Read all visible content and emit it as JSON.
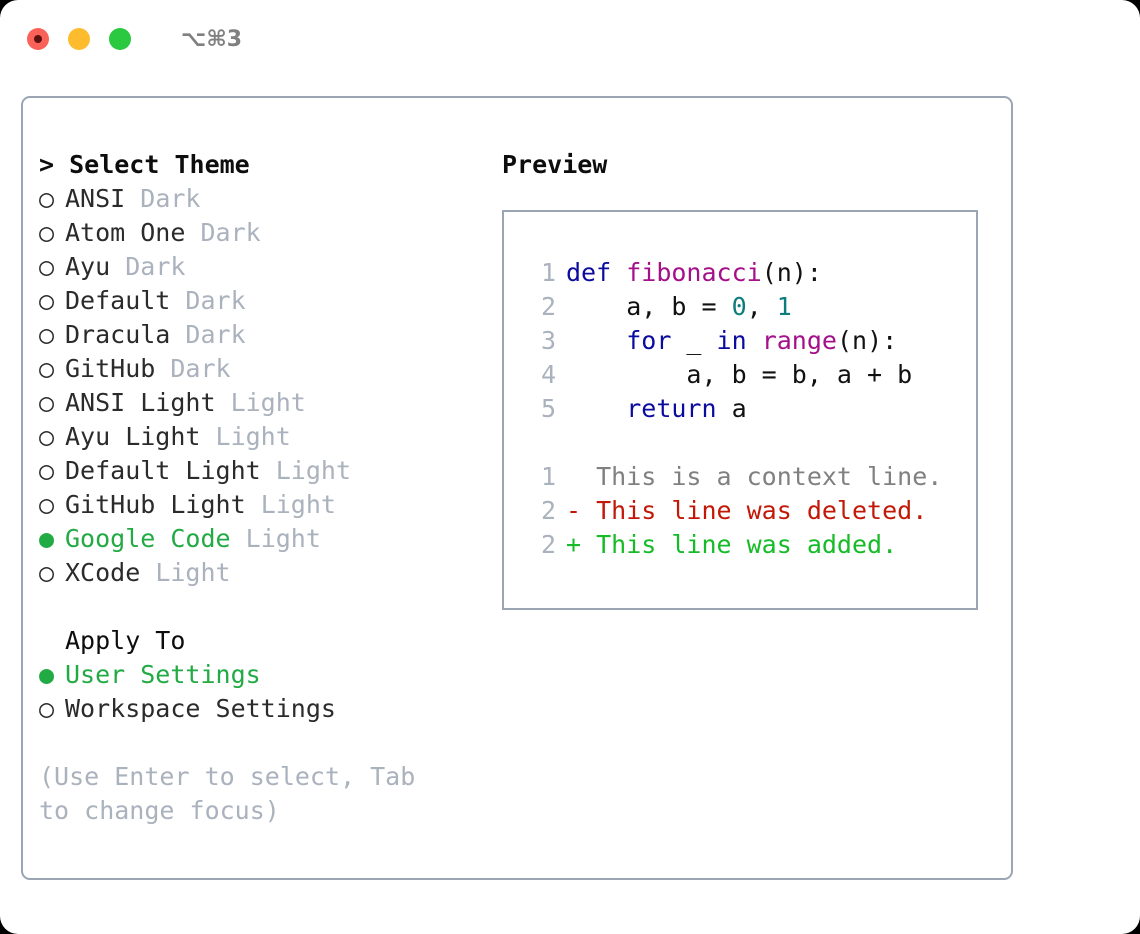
{
  "window": {
    "traffic_lights": [
      "close-red",
      "minimize-yellow",
      "maximize-green"
    ],
    "shortcut_label": "⌥⌘3"
  },
  "theme_picker": {
    "header": "> Select Theme",
    "selected_bullet": "●",
    "unselected_bullet": "○",
    "selected_color": "#22aa44",
    "variant_color": "#aab2bd",
    "items": [
      {
        "bullet": "○",
        "label": "ANSI",
        "variant": "Dark",
        "selected": false
      },
      {
        "bullet": "○",
        "label": "Atom One",
        "variant": "Dark",
        "selected": false
      },
      {
        "bullet": "○",
        "label": "Ayu",
        "variant": "Dark",
        "selected": false
      },
      {
        "bullet": "○",
        "label": "Default",
        "variant": "Dark",
        "selected": false
      },
      {
        "bullet": "○",
        "label": "Dracula",
        "variant": "Dark",
        "selected": false
      },
      {
        "bullet": "○",
        "label": "GitHub",
        "variant": "Dark",
        "selected": false
      },
      {
        "bullet": "○",
        "label": "ANSI Light",
        "variant": "Light",
        "selected": false
      },
      {
        "bullet": "○",
        "label": "Ayu Light",
        "variant": "Light",
        "selected": false
      },
      {
        "bullet": "○",
        "label": "Default Light",
        "variant": "Light",
        "selected": false
      },
      {
        "bullet": "○",
        "label": "GitHub Light",
        "variant": "Light",
        "selected": false
      },
      {
        "bullet": "●",
        "label": "Google Code",
        "variant": "Light",
        "selected": true
      },
      {
        "bullet": "○",
        "label": "XCode",
        "variant": "Light",
        "selected": false
      }
    ]
  },
  "apply_to": {
    "header": "Apply To",
    "items": [
      {
        "bullet": "●",
        "label": "User Settings",
        "selected": true
      },
      {
        "bullet": "○",
        "label": "Workspace Settings",
        "selected": false
      }
    ]
  },
  "hint": "(Use Enter to select, Tab to change focus)",
  "preview": {
    "title": "Preview",
    "border_color": "#9aa6b4",
    "syntax_colors": {
      "keyword": "#0b0b9e",
      "function": "#a3108a",
      "number": "#0d7c7c",
      "plain": "#111111",
      "line_number": "#aab2bd",
      "diff_context": "#808080",
      "diff_deleted": "#c21807",
      "diff_added": "#16bb28"
    },
    "code_lines": [
      {
        "num": "1",
        "tokens": [
          {
            "t": "def",
            "c": "kw"
          },
          {
            "t": " ",
            "c": "pln"
          },
          {
            "t": "fibonacci",
            "c": "fn"
          },
          {
            "t": "(n):",
            "c": "pln"
          }
        ]
      },
      {
        "num": "2",
        "tokens": [
          {
            "t": "    a, b = ",
            "c": "pln"
          },
          {
            "t": "0",
            "c": "num"
          },
          {
            "t": ", ",
            "c": "pln"
          },
          {
            "t": "1",
            "c": "num"
          }
        ]
      },
      {
        "num": "3",
        "tokens": [
          {
            "t": "    ",
            "c": "pln"
          },
          {
            "t": "for",
            "c": "kw"
          },
          {
            "t": " _ ",
            "c": "pln"
          },
          {
            "t": "in",
            "c": "kw"
          },
          {
            "t": " ",
            "c": "pln"
          },
          {
            "t": "range",
            "c": "fn"
          },
          {
            "t": "(n):",
            "c": "pln"
          }
        ]
      },
      {
        "num": "4",
        "tokens": [
          {
            "t": "        a, b = b, a + b",
            "c": "pln"
          }
        ]
      },
      {
        "num": "5",
        "tokens": [
          {
            "t": "    ",
            "c": "pln"
          },
          {
            "t": "return",
            "c": "kw"
          },
          {
            "t": " a",
            "c": "pln"
          }
        ]
      }
    ],
    "diff_lines": [
      {
        "num": "1",
        "marker": " ",
        "text": " This is a context line.",
        "kind": "diff-ctx"
      },
      {
        "num": "2",
        "marker": "-",
        "text": " This line was deleted.",
        "kind": "diff-del"
      },
      {
        "num": "2",
        "marker": "+",
        "text": " This line was added.",
        "kind": "diff-add"
      }
    ]
  }
}
